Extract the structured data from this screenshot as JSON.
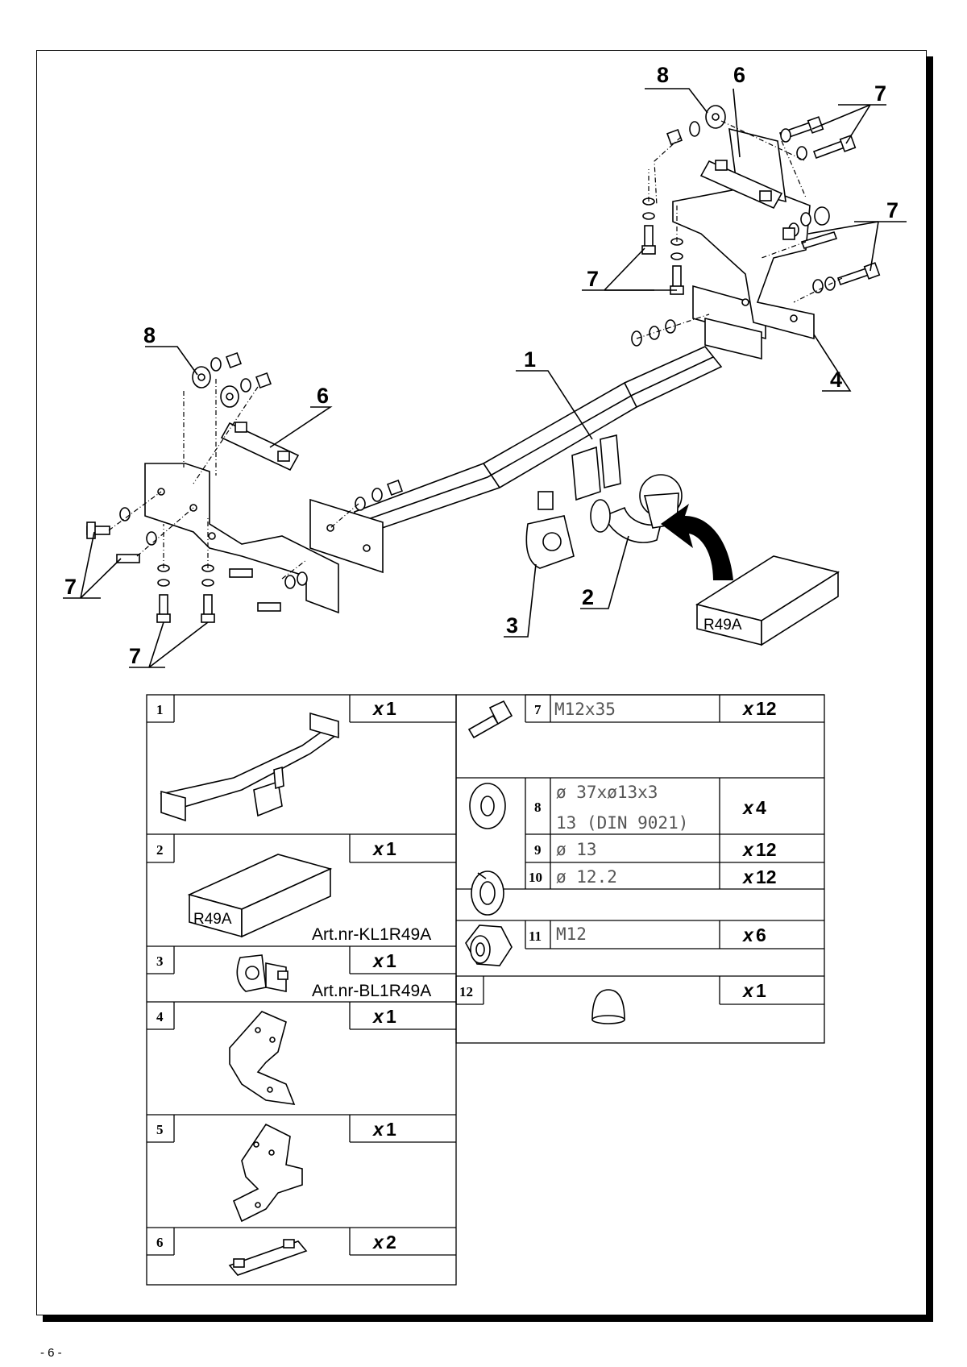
{
  "page_number": "- 6 -",
  "diagram": {
    "callouts": [
      "8",
      "6",
      "7",
      "7",
      "7",
      "4",
      "1",
      "8",
      "6",
      "7",
      "7",
      "3",
      "2"
    ],
    "box_label": "R49A"
  },
  "parts_table": {
    "x_symbol": "x",
    "left": [
      {
        "num": "1",
        "qty": "1"
      },
      {
        "num": "2",
        "qty": "1",
        "box_label": "R49A",
        "article": "Art.nr-KL1R49A"
      },
      {
        "num": "3",
        "qty": "1",
        "article": "Art.nr-BL1R49A"
      },
      {
        "num": "4",
        "qty": "1"
      },
      {
        "num": "5",
        "qty": "1"
      },
      {
        "num": "6",
        "qty": "2"
      }
    ],
    "right": [
      {
        "num": "7",
        "spec": "M12x35",
        "qty": "12"
      },
      {
        "num": "8",
        "spec_line1": "ø 37xø13x3",
        "spec_line2": "13  (DIN 9021)",
        "qty": "4"
      },
      {
        "num": "9",
        "spec": "ø 13",
        "qty": "12"
      },
      {
        "num": "10",
        "spec": "ø 12.2",
        "qty": "12"
      },
      {
        "num": "11",
        "spec": "M12",
        "qty": "6"
      },
      {
        "num": "12",
        "qty": "1"
      }
    ]
  },
  "icons": [
    "bolt-icon",
    "washer-icon",
    "spring-washer-icon",
    "nut-icon",
    "tow-ball-cap-icon",
    "curved-arrow-icon"
  ]
}
